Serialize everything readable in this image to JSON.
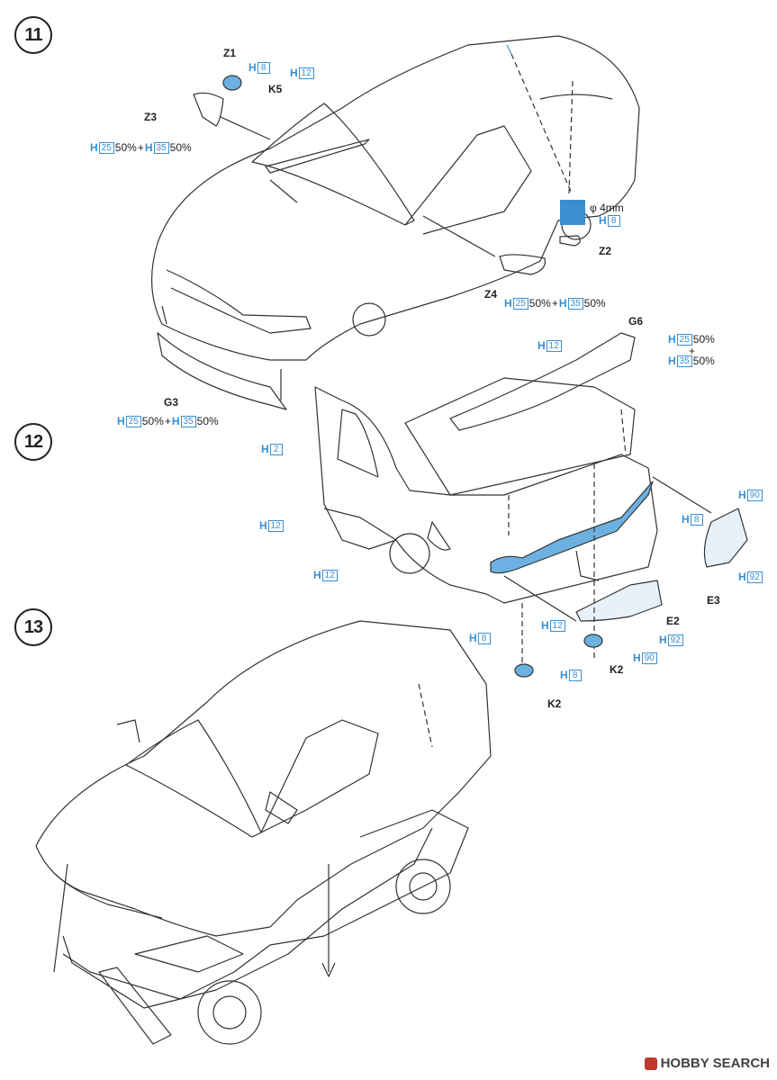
{
  "steps": [
    "11",
    "12",
    "13"
  ],
  "parts": {
    "z1": "Z1",
    "z2": "Z2",
    "z3": "Z3",
    "z4": "Z4",
    "k5": "K5",
    "g3": "G3",
    "g6": "G6",
    "e2": "E2",
    "e3": "E3",
    "k2a": "K2",
    "k2b": "K2"
  },
  "paint": {
    "h_prefix": "H",
    "h8": "8",
    "h12": "12",
    "h2": "2",
    "h25": "25",
    "h35": "35",
    "h90": "90",
    "h92": "92",
    "pct": "50%",
    "plus": "+"
  },
  "drill": {
    "label": "φ 4mm"
  },
  "colors": {
    "accent": "#3a8fd0",
    "line": "#333333"
  },
  "watermark": {
    "text": "HOBBY SEARCH"
  }
}
